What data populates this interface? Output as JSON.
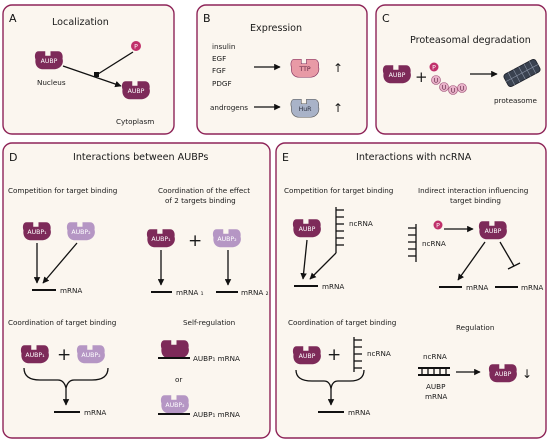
{
  "panel_a": {
    "letter": "A",
    "title": "Localization",
    "protein": "AUBP",
    "phospho": "P",
    "nucleus": "Nucleus",
    "cytoplasm": "Cytoplasm"
  },
  "panel_b": {
    "letter": "B",
    "title": "Expression",
    "stimuli": [
      "insulin",
      "EGF",
      "FGF",
      "PDGF"
    ],
    "target_ttp": "TTP",
    "androgens": "androgens",
    "target_hur": "HuR",
    "up_arrow": "↑"
  },
  "panel_c": {
    "letter": "C",
    "title": "Proteasomal degradation",
    "protein": "AUBP",
    "plus": "+",
    "phospho": "P",
    "ubiquitin": "U",
    "proteasome": "proteasome"
  },
  "panel_d": {
    "letter": "D",
    "title": "Interactions between AUBPs",
    "competition_title": "Competition for target binding",
    "coordination_effect_title_1": "Coordination of the effect",
    "coordination_effect_title_2": "of 2 targets binding",
    "coordination_binding_title": "Coordination of target binding",
    "self_reg_title": "Self-regulation",
    "aubp1": "AUBP₁",
    "aubp2": "AUBP₂",
    "mrna": "mRNA",
    "mrna1": "mRNA ₁",
    "mrna2": "mRNA ₂",
    "aubp1_mrna": "AUBP₁ mRNA",
    "aubp2_mrna": "AUBP₁ mRNA",
    "or": "or",
    "plus": "+"
  },
  "panel_e": {
    "letter": "E",
    "title": "Interactions with ncRNA",
    "competition_title": "Competition for target binding",
    "indirect_title_1": "Indirect interaction influencing",
    "indirect_title_2": "target binding",
    "coordination_title": "Coordination of target binding",
    "regulation_title": "Regulation",
    "aubp": "AUBP",
    "ncrna": "ncRNA",
    "mrna": "mRNA",
    "phospho": "P",
    "plus": "+",
    "reg_ncrna": "ncRNA",
    "reg_aubp": "AUBP",
    "reg_mrna": "mRNA",
    "down_arrow": "↓"
  },
  "colors": {
    "border": "#8e2458",
    "panel_bg": "#fbf6ef",
    "aubp_dark": "#7d2a59",
    "aubp_light": "#b596c4",
    "ttp": "#e89aa6",
    "hur": "#a9b3c8",
    "phospho": "#c0306a",
    "ubiquitin": "#e7b1c8"
  }
}
